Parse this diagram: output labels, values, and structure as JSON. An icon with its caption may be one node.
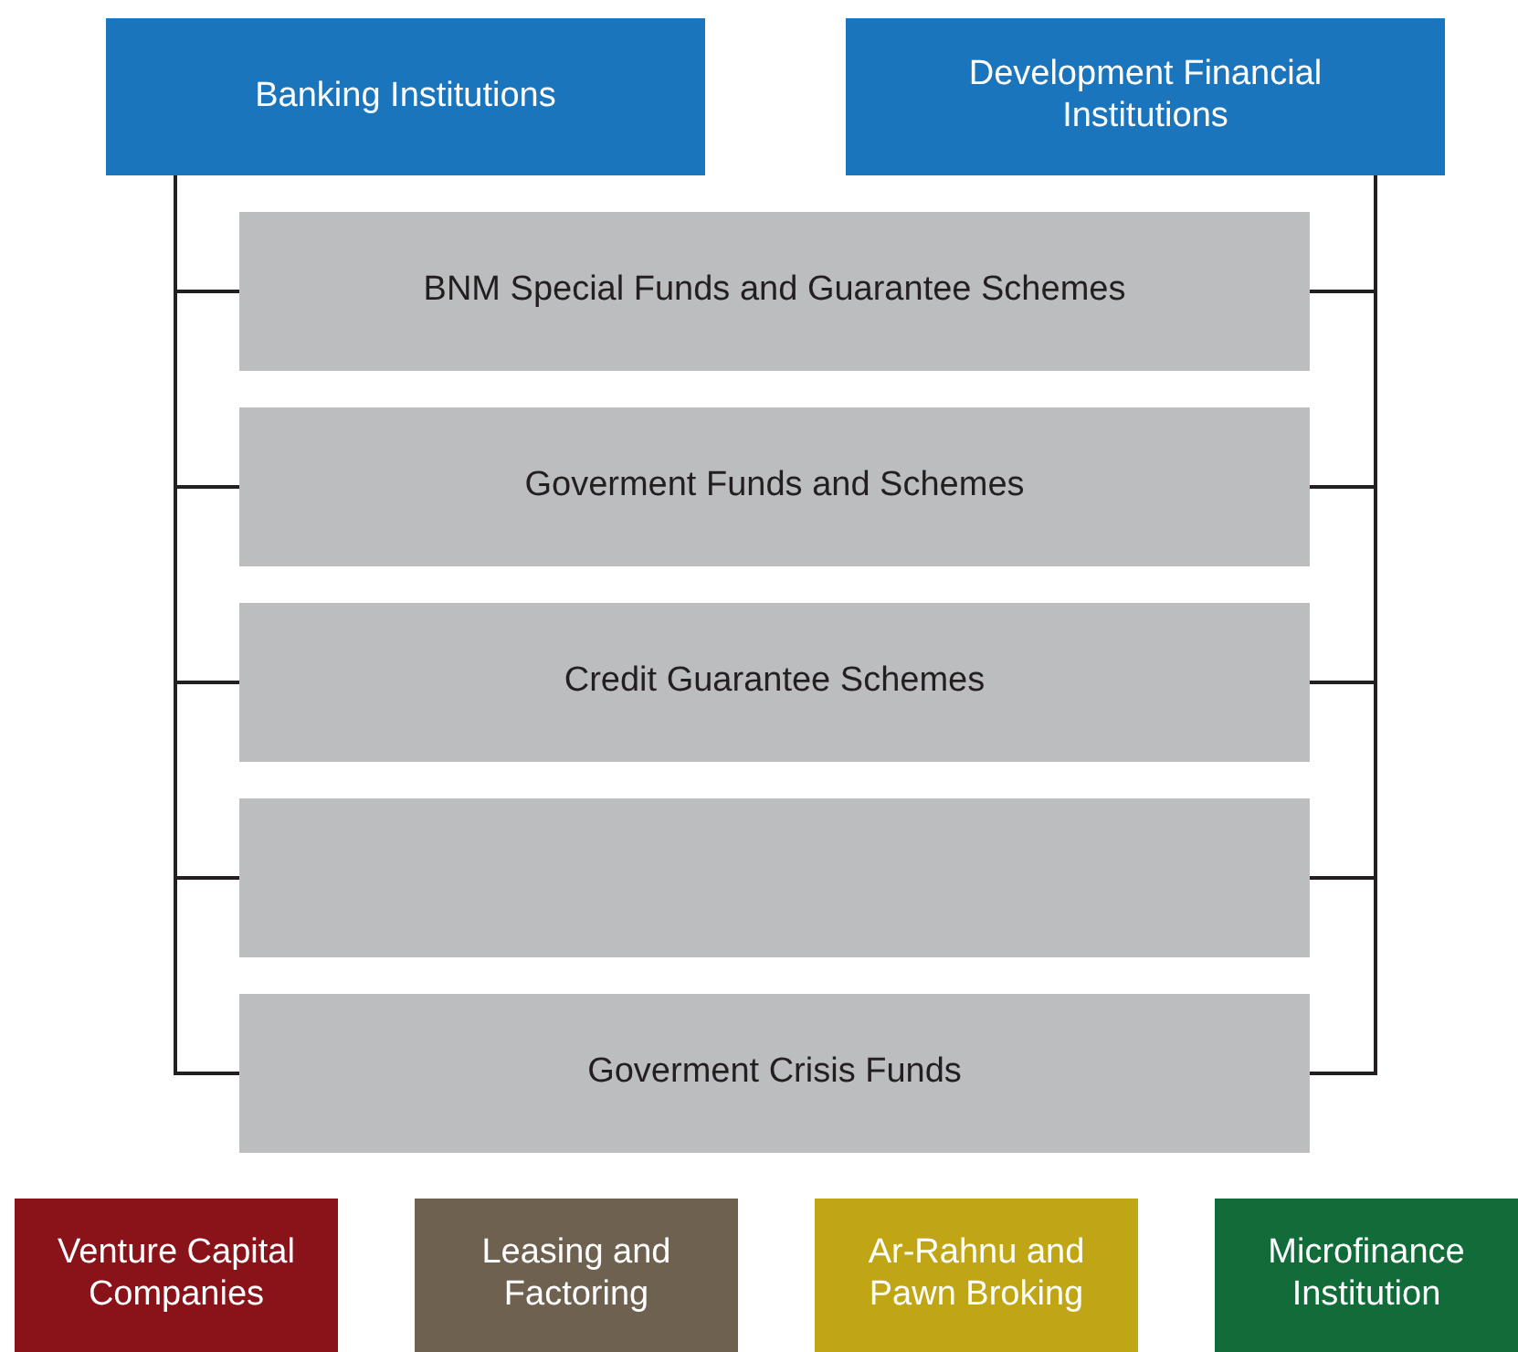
{
  "diagram": {
    "nodes": [
      {
        "text": [
          "Banking Institutions"
        ]
      },
      {
        "text": [
          "Development Financial Institutions"
        ]
      },
      {
        "text": [
          "BNM Special Funds and Guarantee Schemes"
        ]
      },
      {
        "text": [
          "Goverment Funds and Schemes"
        ]
      },
      {
        "text": [
          "Credit Guarantee Schemes"
        ]
      },
      {
        "text": [],
        "shape": "box"
      },
      {
        "text": [
          "Goverment Crisis Funds"
        ]
      },
      {
        "text": [
          "Venture Capital Companies"
        ]
      },
      {
        "text": [
          "Leasing and Factoring"
        ]
      },
      {
        "text": [
          "Ar-Rahnu and Pawn Broking"
        ]
      },
      {
        "text": [
          "Microfinance Institution"
        ]
      }
    ],
    "edges": [
      {
        "from": 0,
        "to": 2,
        "arrow": "none"
      },
      {
        "from": 0,
        "to": 3,
        "arrow": "none"
      },
      {
        "from": 0,
        "to": 4,
        "arrow": "none"
      },
      {
        "from": 0,
        "to": 5,
        "arrow": "none"
      },
      {
        "from": 0,
        "to": 6,
        "arrow": "none"
      },
      {
        "from": 1,
        "to": 2,
        "arrow": "none"
      },
      {
        "from": 1,
        "to": 3,
        "arrow": "none"
      },
      {
        "from": 1,
        "to": 4,
        "arrow": "none"
      },
      {
        "from": 1,
        "to": 5,
        "arrow": "none"
      },
      {
        "from": 1,
        "to": 6,
        "arrow": "none"
      }
    ]
  }
}
